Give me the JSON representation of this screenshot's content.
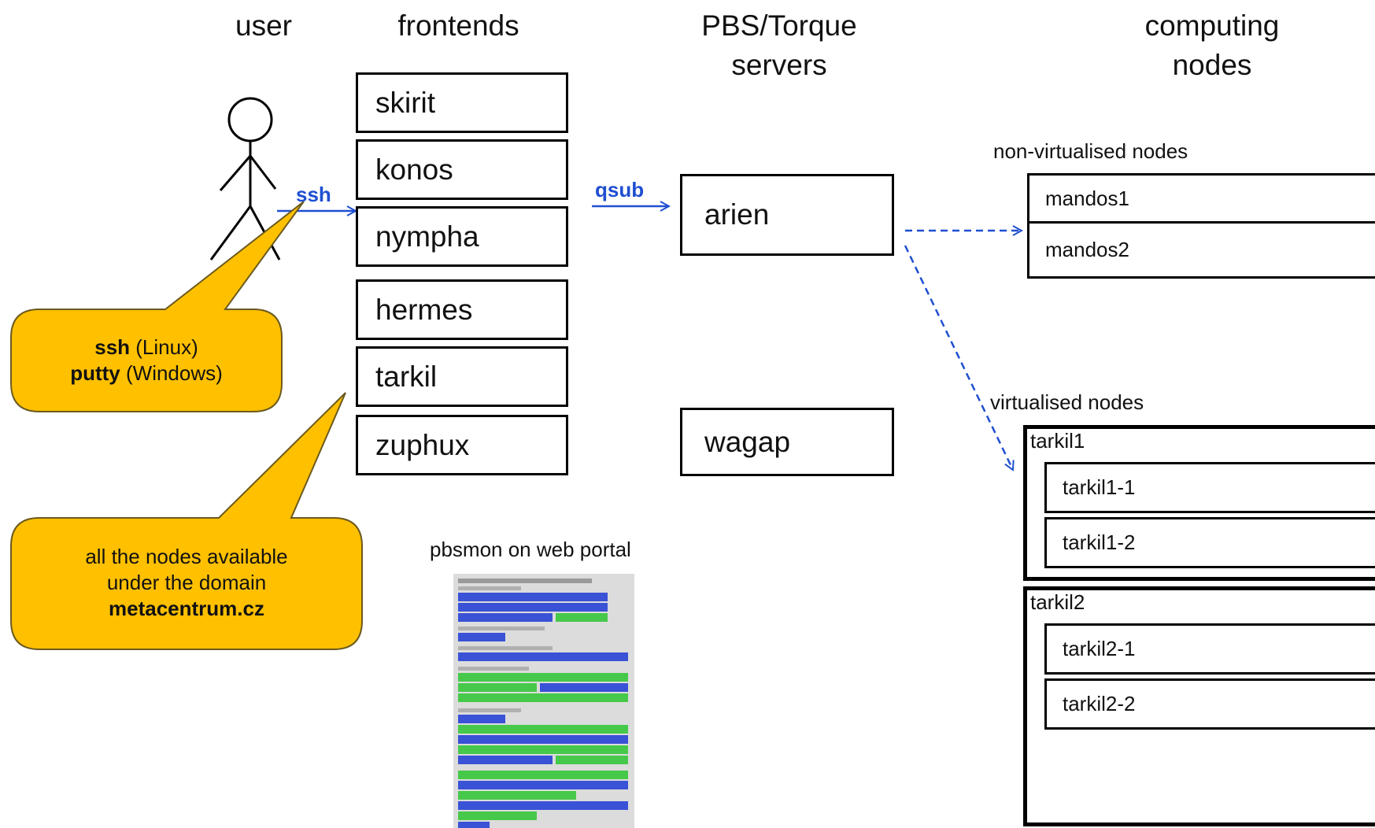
{
  "headers": {
    "user": "user",
    "frontends": "frontends",
    "pbs_line1": "PBS/Torque",
    "pbs_line2": "servers",
    "computing_line1": "computing",
    "computing_line2": "nodes"
  },
  "frontends": [
    "skirit",
    "konos",
    "nympha",
    "hermes",
    "tarkil",
    "zuphux"
  ],
  "servers": [
    "arien",
    "wagap"
  ],
  "arrows": {
    "ssh": "ssh",
    "qsub": "qsub"
  },
  "nonvirt": {
    "title": "non-virtualised nodes",
    "nodes": [
      "mandos1",
      "mandos2"
    ]
  },
  "virt": {
    "title": "virtualised nodes",
    "groups": [
      {
        "name": "tarkil1",
        "nodes": [
          "tarkil1-1",
          "tarkil1-2"
        ]
      },
      {
        "name": "tarkil2",
        "nodes": [
          "tarkil2-1",
          "tarkil2-2"
        ]
      }
    ]
  },
  "callout1": {
    "line1_bold": "ssh",
    "line1_rest": " (Linux)",
    "line2_bold": "putty",
    "line2_rest": " (Windows)"
  },
  "callout2": {
    "line1": "all the nodes available",
    "line2": "under the domain",
    "line3_bold": "metacentrum.cz"
  },
  "pbsmon_label": "pbsmon on web portal",
  "colors": {
    "arrow": "#1f4fd1",
    "callout_fill": "#ffc000",
    "callout_stroke": "#6b5a1e"
  }
}
